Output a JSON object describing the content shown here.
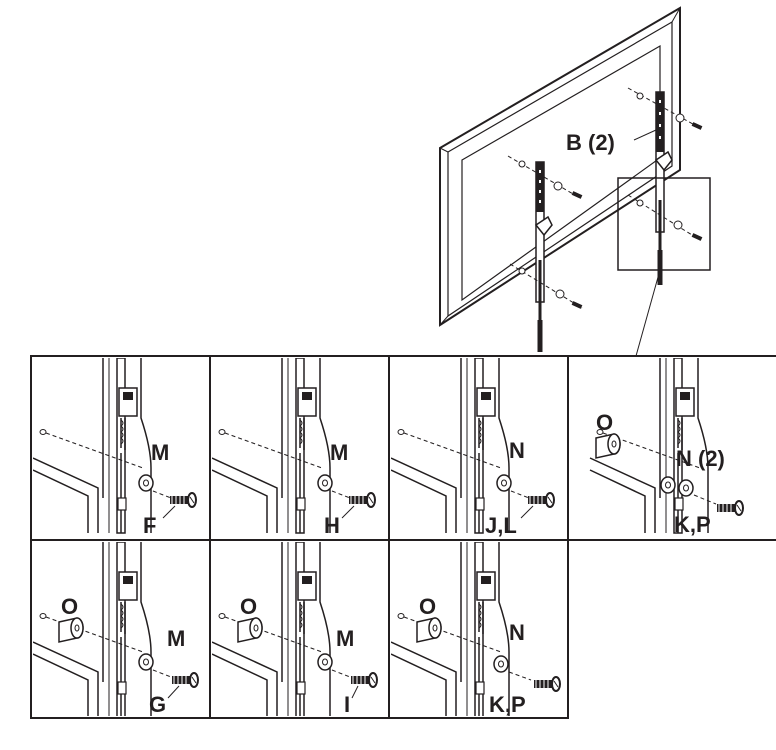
{
  "overview": {
    "bracket_label": "B (2)"
  },
  "panels": [
    {
      "id": "fm",
      "washer_label": "M",
      "screw_label": "F"
    },
    {
      "id": "hm",
      "washer_label": "M",
      "screw_label": "H"
    },
    {
      "id": "jl",
      "washer_label": "N",
      "screw_label": "J,L"
    },
    {
      "id": "kp2",
      "spacer_label": "O",
      "washer_label": "N (2)",
      "screw_label": "K,P"
    },
    {
      "id": "go",
      "spacer_label": "O",
      "washer_label": "M",
      "screw_label": "G"
    },
    {
      "id": "io",
      "spacer_label": "O",
      "washer_label": "M",
      "screw_label": "I"
    },
    {
      "id": "kp",
      "spacer_label": "O",
      "washer_label": "N",
      "screw_label": "K,P"
    }
  ]
}
